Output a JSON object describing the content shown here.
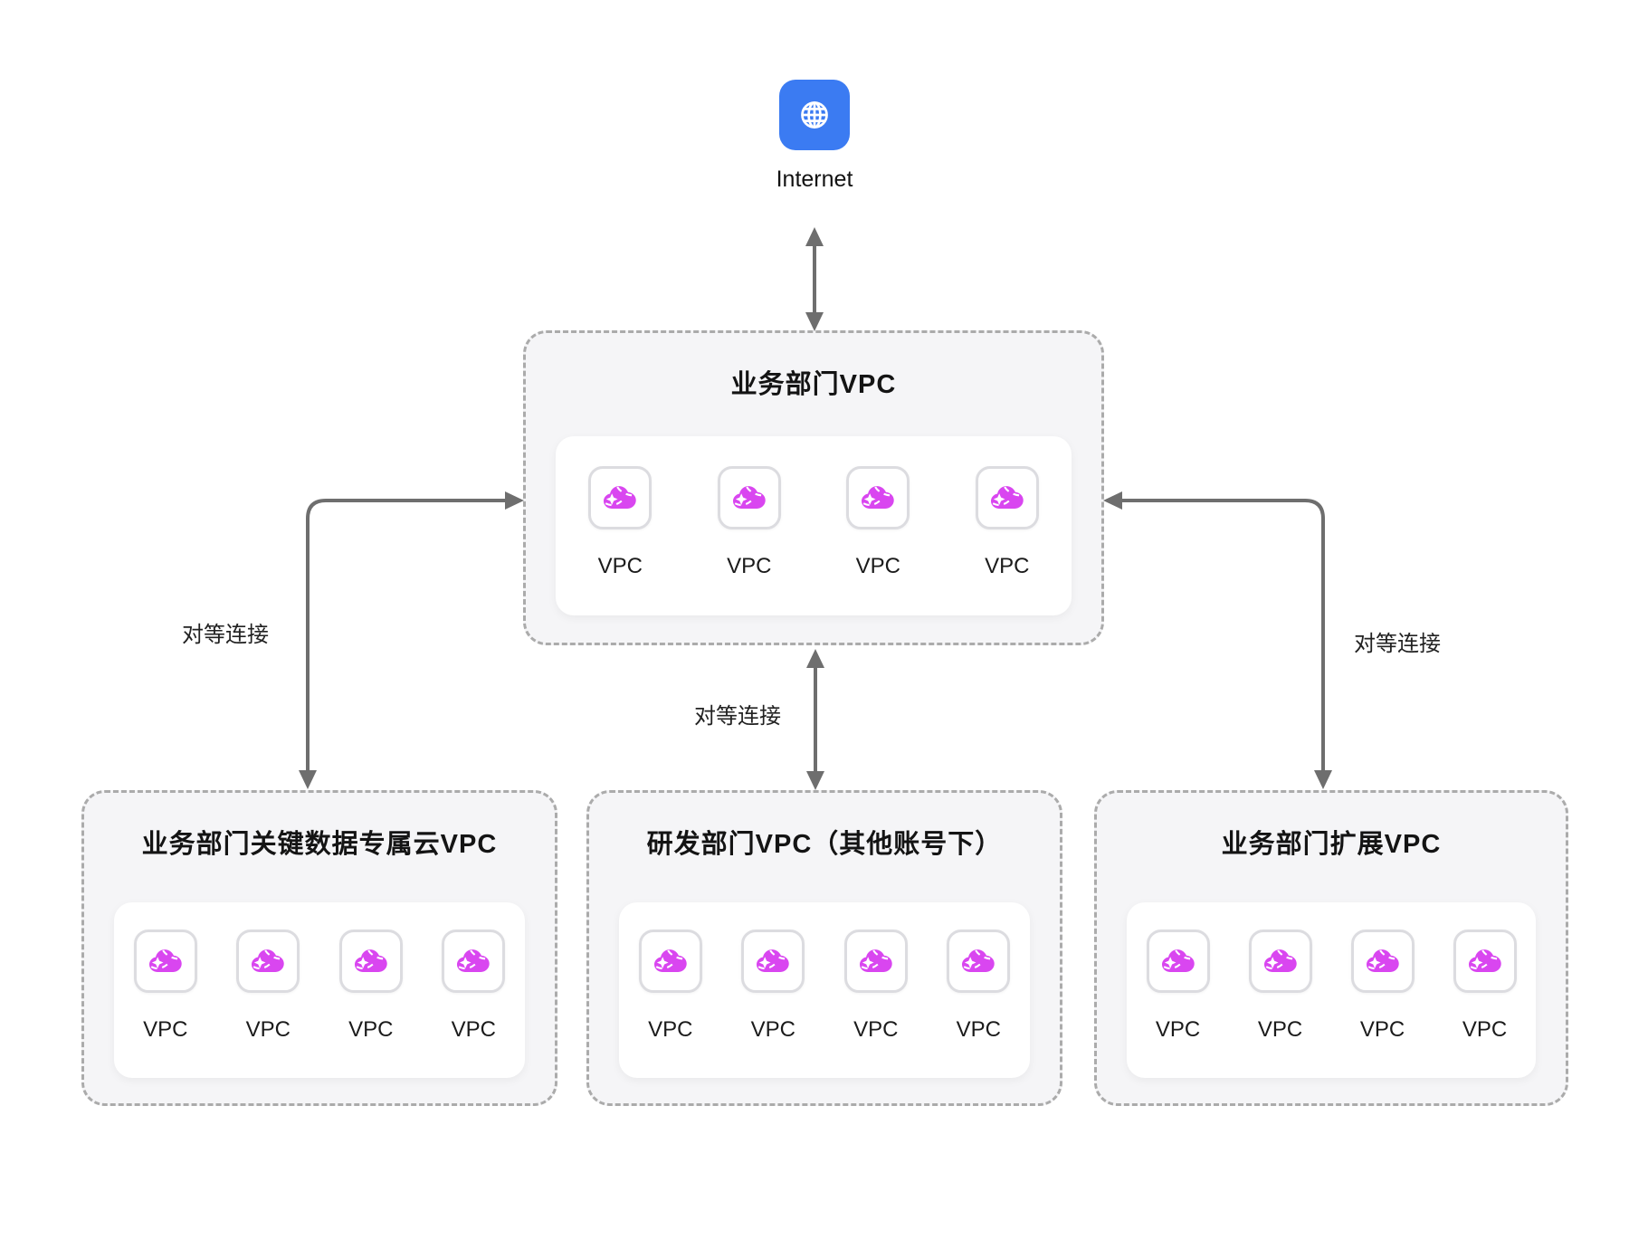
{
  "internet": {
    "label": "Internet"
  },
  "groups": [
    {
      "title": "业务部门VPC",
      "vpcs": [
        "VPC",
        "VPC",
        "VPC",
        "VPC"
      ]
    },
    {
      "title": "业务部门关键数据专属云VPC",
      "vpcs": [
        "VPC",
        "VPC",
        "VPC",
        "VPC"
      ]
    },
    {
      "title": "研发部门VPC（其他账号下）",
      "vpcs": [
        "VPC",
        "VPC",
        "VPC",
        "VPC"
      ]
    },
    {
      "title": "业务部门扩展VPC",
      "vpcs": [
        "VPC",
        "VPC",
        "VPC",
        "VPC"
      ]
    }
  ],
  "connections": {
    "hub_to_critical": {
      "label": "对等连接"
    },
    "hub_to_rnd": {
      "label": "对等连接"
    },
    "hub_to_extension": {
      "label": "对等连接"
    }
  },
  "icons": {
    "internet": "globe-icon",
    "vpc": "cloud-icon"
  },
  "colors": {
    "internet_blue": "#3B7BF2",
    "vpc_magenta": "#D946F0",
    "arrow_gray": "#6E6E6E",
    "dashed_border_gray": "#ABABAB",
    "group_fill": "#F5F5F7"
  }
}
